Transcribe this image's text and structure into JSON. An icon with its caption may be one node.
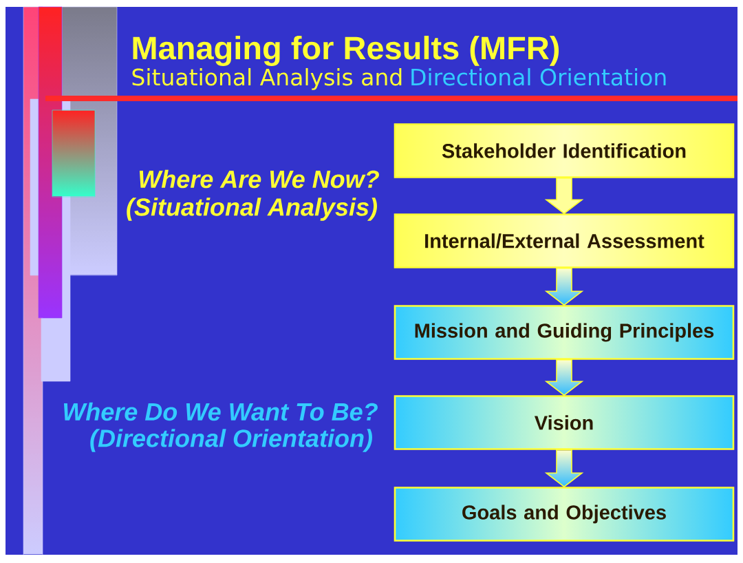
{
  "diagram": {
    "title": "Managing for Results (MFR)",
    "nodes": [
      {
        "text": [
          "Stakeholder Identification"
        ]
      },
      {
        "text": [
          "Internal/External Assessment"
        ]
      },
      {
        "text": [
          "Mission and Guiding Principles"
        ]
      },
      {
        "text": [
          "Vision"
        ]
      },
      {
        "text": [
          "Goals and Objectives"
        ]
      }
    ],
    "edges": [
      {
        "from": 0,
        "to": 1,
        "arrow": "to",
        "color": "#ffff99"
      },
      {
        "from": 1,
        "to": 2,
        "arrow": "to"
      },
      {
        "from": 2,
        "to": 3,
        "arrow": "to"
      },
      {
        "from": 3,
        "to": 4,
        "arrow": "to"
      }
    ],
    "labels": [
      "Situational Analysis and",
      "Directional Orientation",
      "Where Are We Now?",
      "(Situational Analysis)",
      "Where Do We Want To Be?",
      "(Directional Orientation)"
    ]
  }
}
